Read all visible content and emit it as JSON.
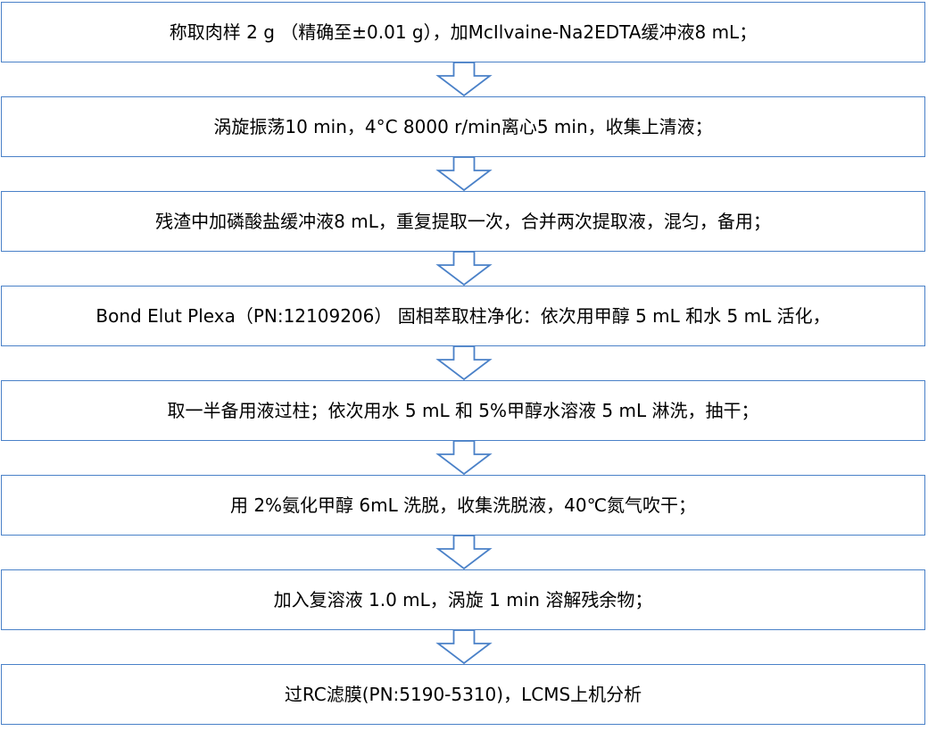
{
  "diagram": {
    "border_color": "#4a81c8",
    "steps": [
      {
        "text": "称取肉样 2 g （精确至±0.01 g），加McIlvaine-Na2EDTA缓冲液8 mL；"
      },
      {
        "text": "涡旋振荡10 min，4°C 8000 r/min离心5 min，收集上清液；"
      },
      {
        "text": "残渣中加磷酸盐缓冲液8 mL，重复提取一次，合并两次提取液，混匀，备用；"
      },
      {
        "text": "Bond Elut Plexa（PN:12109206） 固相萃取柱净化：依次用甲醇 5 mL 和水 5 mL 活化，"
      },
      {
        "text": "取一半备用液过柱；依次用水 5 mL 和 5%甲醇水溶液 5 mL 淋洗，抽干；"
      },
      {
        "text": "用 2%氨化甲醇 6mL 洗脱，收集洗脱液，40℃氮气吹干；"
      },
      {
        "text": "加入复溶液 1.0 mL，涡旋 1 min 溶解残余物；"
      },
      {
        "text": "过RC滤膜(PN:5190-5310)，LCMS上机分析"
      }
    ]
  }
}
